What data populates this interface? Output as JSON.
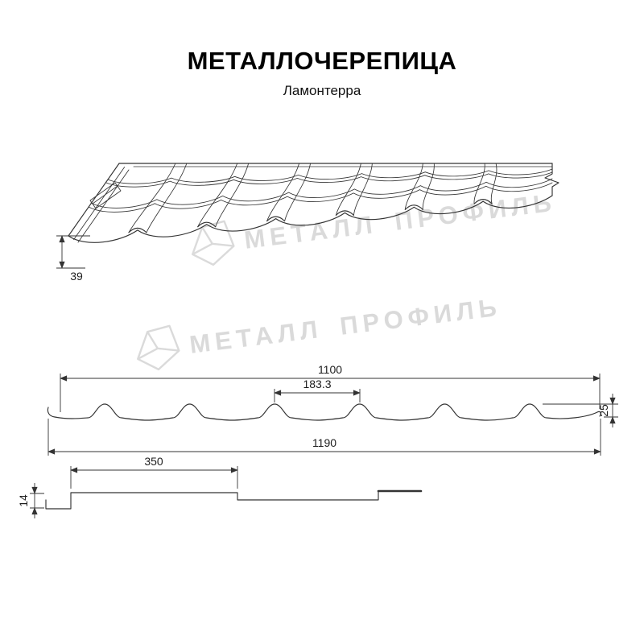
{
  "title": "МЕТАЛЛОЧЕРЕПИЦА",
  "subtitle": "Ламонтерра",
  "watermark": {
    "text": "МЕТАЛЛ ПРОФИЛЬ"
  },
  "dimensions": {
    "flange_height": "39",
    "cover_width": "1100",
    "wave_step": "183.3",
    "profile_height": "25",
    "full_width": "1190",
    "module_length": "350",
    "step_height": "14"
  },
  "colors": {
    "line": "#333333",
    "dim": "#333333",
    "watermark": "#d9d9d9",
    "background": "#ffffff"
  }
}
